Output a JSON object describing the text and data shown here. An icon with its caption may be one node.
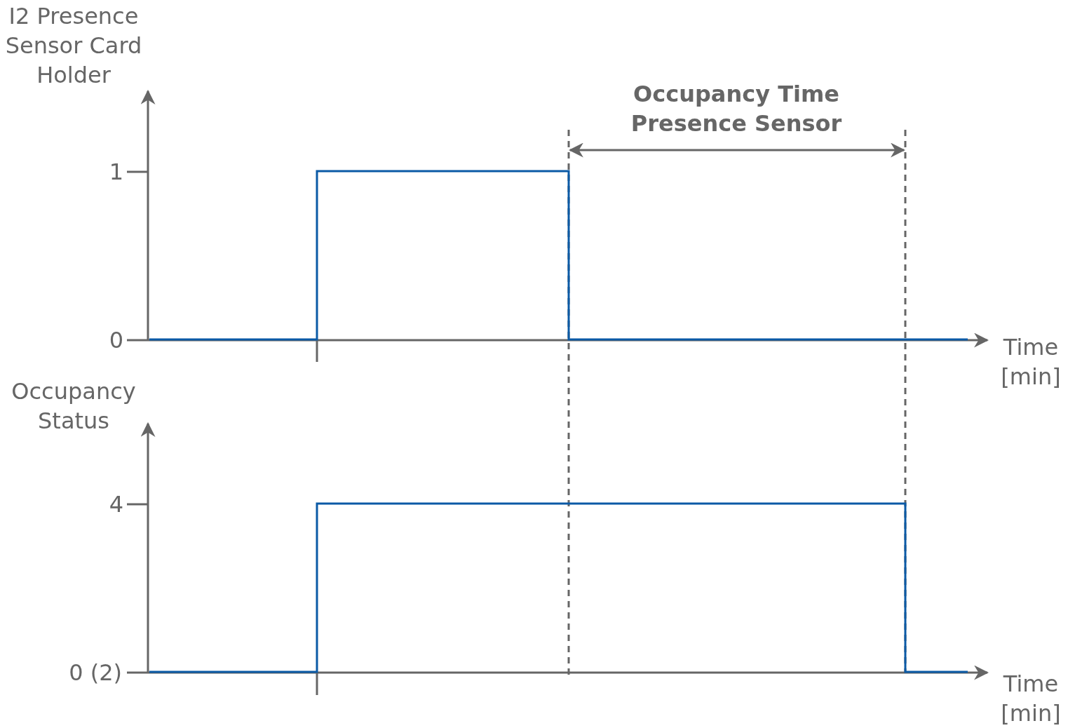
{
  "diagram": {
    "labels": [
      "I2 Presence Sensor Card Holder",
      "Occupancy Time Presence Sensor",
      "1",
      "0",
      "Time [min]",
      "Occupancy Status",
      "4",
      "0 (2)",
      "Time [min]"
    ]
  }
}
